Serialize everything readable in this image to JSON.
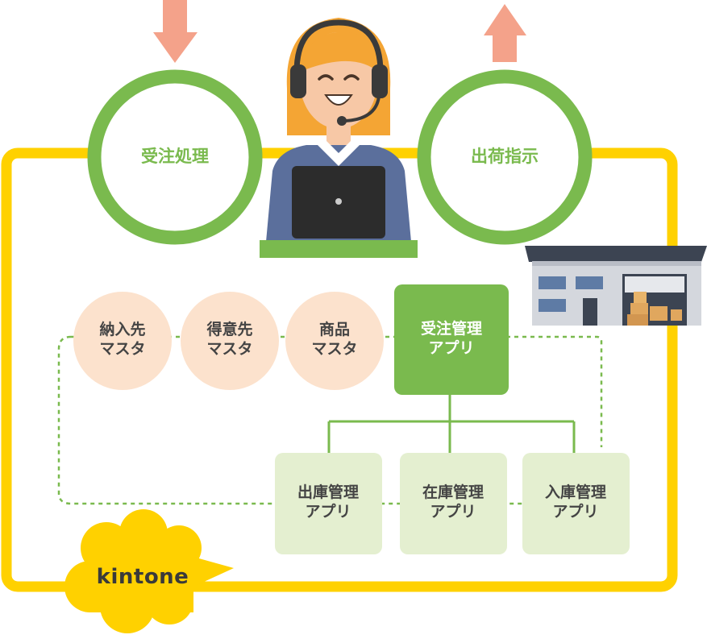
{
  "process": {
    "order_processing": "受注処理",
    "shipping_instruction": "出荷指示"
  },
  "masters": [
    {
      "label": "納入先\nマスタ"
    },
    {
      "label": "得意先\nマスタ"
    },
    {
      "label": "商品\nマスタ"
    }
  ],
  "main_app": {
    "label": "受注管理\nアプリ"
  },
  "sub_apps": [
    {
      "label": "出庫管理\nアプリ"
    },
    {
      "label": "在庫管理\nアプリ"
    },
    {
      "label": "入庫管理\nアプリ"
    }
  ],
  "platform": {
    "label": "kintone"
  },
  "colors": {
    "green": "#7aba4e",
    "yellow": "#ffd100",
    "peach": "#fce2cd",
    "light_green": "#e4efd0",
    "arrow": "#f4a28a"
  }
}
